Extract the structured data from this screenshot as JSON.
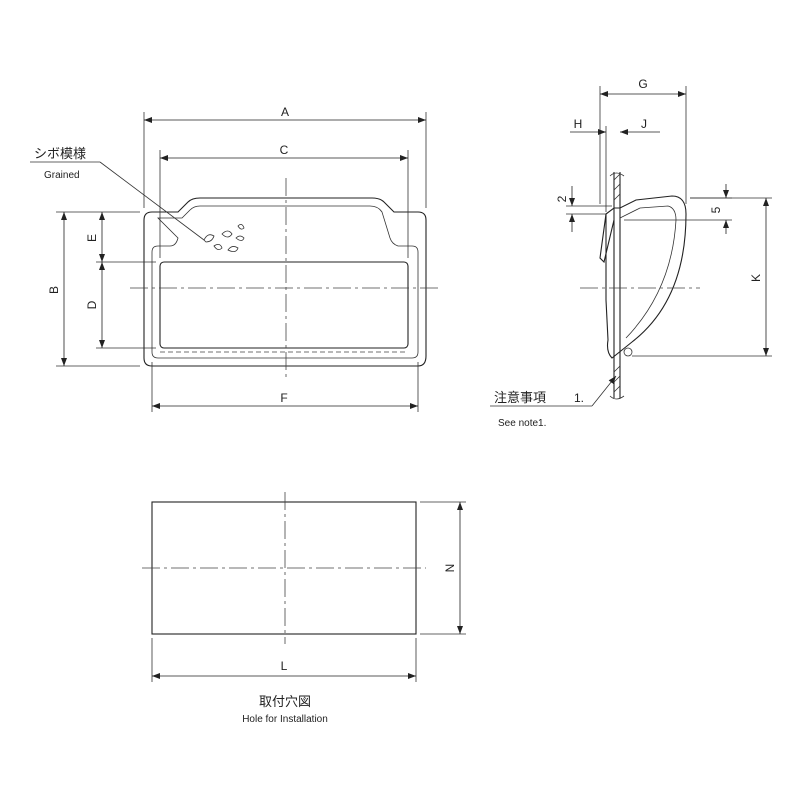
{
  "front_view": {
    "dim_A": "A",
    "dim_B": "B",
    "dim_C": "C",
    "dim_D": "D",
    "dim_E": "E",
    "dim_F": "F",
    "grain_label_jp": "シボ模様",
    "grain_label_en": "Grained"
  },
  "side_view": {
    "dim_G": "G",
    "dim_H": "H",
    "dim_J": "J",
    "dim_K": "K",
    "dim_2": "2",
    "dim_5": "5",
    "note_label_jp": "注意事項",
    "note_number": "1.",
    "note_label_en": "See note1."
  },
  "hole_view": {
    "dim_L": "L",
    "dim_N": "N",
    "title_jp": "取付穴図",
    "title_en": "Hole for Installation"
  }
}
